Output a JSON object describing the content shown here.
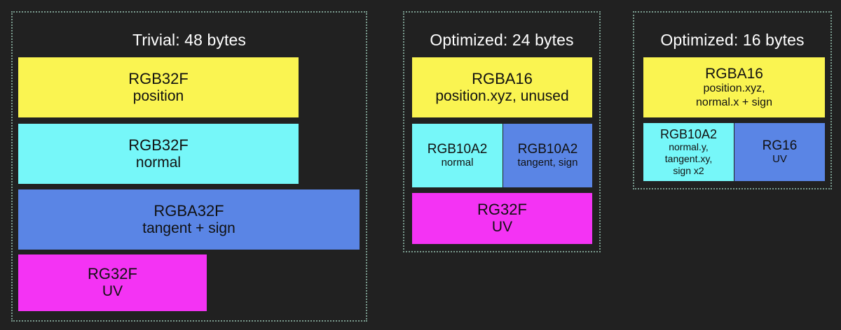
{
  "background_color": "#212121",
  "panels": [
    {
      "id": "trivial",
      "title": "Trivial: 48 bytes",
      "blocks": [
        {
          "format": "RGB32F",
          "desc": "position",
          "color": "#FAF451"
        },
        {
          "format": "RGB32F",
          "desc": "normal",
          "color": "#76F7F9"
        },
        {
          "format": "RGBA32F",
          "desc": "tangent + sign",
          "color": "#5A85E5"
        },
        {
          "format": "RG32F",
          "desc": "UV",
          "color": "#F433F4"
        }
      ]
    },
    {
      "id": "optimized24",
      "title": "Optimized: 24 bytes",
      "blocks": [
        {
          "format": "RGBA16",
          "desc": "position.xyz, unused",
          "color": "#FAF451"
        },
        {
          "format": "RGB10A2",
          "desc": "normal",
          "color": "#76F7F9"
        },
        {
          "format": "RGB10A2",
          "desc": "tangent, sign",
          "color": "#5A85E5"
        },
        {
          "format": "RG32F",
          "desc": "UV",
          "color": "#F433F4"
        }
      ]
    },
    {
      "id": "optimized16",
      "title": "Optimized: 16 bytes",
      "blocks": [
        {
          "format": "RGBA16",
          "desc_line1": "position.xyz,",
          "desc_line2": "normal.x + sign",
          "color": "#FAF451"
        },
        {
          "format": "RGB10A2",
          "desc_line1": "normal.y,",
          "desc_line2": "tangent.xy,",
          "desc_line3": "sign x2",
          "color": "#76F7F9"
        },
        {
          "format": "RG16",
          "desc": "UV",
          "color": "#5A85E5"
        }
      ]
    }
  ],
  "colors": {
    "yellow": "#FAF451",
    "cyan": "#76F7F9",
    "blue": "#5A85E5",
    "magenta": "#F433F4",
    "border_dotted": "#7a9b8e",
    "title_text": "#FFFFFF",
    "block_text": "#111111"
  }
}
